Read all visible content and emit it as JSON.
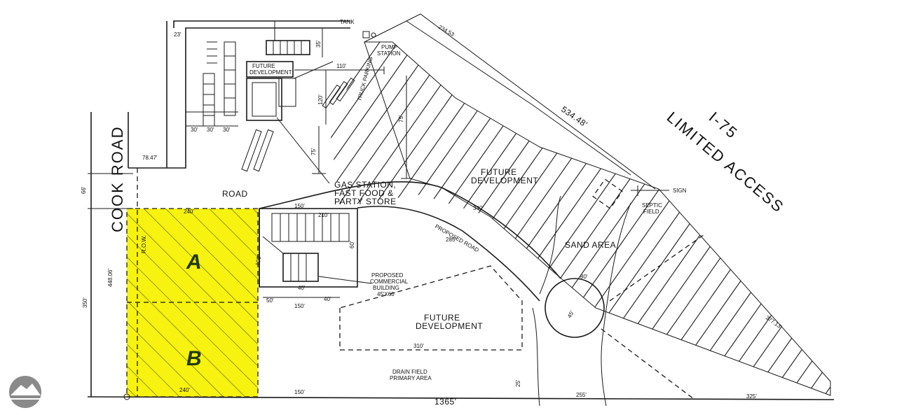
{
  "labels": {
    "cook_road": "COOK ROAD",
    "road": "ROAD",
    "gas_station": [
      "GAS STATION,",
      "FAST FOOD &",
      "PARTY STORE"
    ],
    "future_development": "FUTURE DEVELOPMENT",
    "future_development_center": [
      "FUTURE",
      "DEVELOPMENT"
    ],
    "future_development_north": [
      "FUTURE",
      "DEVELOPMENT"
    ],
    "future_development_box": [
      "FUTURE",
      "DEVELOPMENT"
    ],
    "i75": "I-75",
    "limited_access": "LIMITED ACCESS",
    "sand_area": "SAND AREA",
    "proposed_road": "PROPOSED ROAD",
    "commercial_building": [
      "PROPOSED",
      "COMMERCIAL",
      "BUILDING",
      "45'X60'"
    ],
    "drain_field": [
      "DRAIN FIELD",
      "PRIMARY AREA"
    ],
    "septic_field": [
      "SEPTIC",
      "FIELD"
    ],
    "sign": "SIGN",
    "pump_station": [
      "PUMP",
      "STATION"
    ],
    "tank": "TANK",
    "truck_parking": "TRUCK PARKING",
    "row": "R.O.W."
  },
  "parcels": [
    {
      "id": "A",
      "label": "A",
      "color": "#f7f20f"
    },
    {
      "id": "B",
      "label": "B",
      "color": "#f7f20f"
    }
  ],
  "dimensions": {
    "d_234_53": "234.53",
    "d_534_48": "534.48'",
    "d_448_06": "448.06'",
    "d_78_47": "78.47'",
    "d_1365": "1365'",
    "d_377_13": "377.13'",
    "d_350": "350'",
    "d_66": "66'",
    "d_240_top": "240'",
    "d_240_bottom": "240'",
    "d_150_left": "150'",
    "d_150_bottom": "150'",
    "d_150_mid": "150'",
    "d_210": "210'",
    "d_310": "310'",
    "d_340": "340'",
    "d_285": "285'",
    "d_255": "255'",
    "d_325": "325'",
    "d_110": "110'",
    "d_120": "120'",
    "d_75": "75'",
    "d_35": "35'",
    "d_30a": "30'",
    "d_30b": "30'",
    "d_30c": "30'",
    "d_23": "23'",
    "d_50": "50'",
    "d_40a": "40'",
    "d_40b": "40'",
    "d_60": "60'",
    "d_100": "100'",
    "d_25": "25'",
    "d_80": "80'",
    "d_45": "45'"
  },
  "colors": {
    "parcel_fill": "#f7f20f",
    "parcel_hatch": "#5c5a00",
    "line": "#1a1a1a",
    "logo": "#8a8a8a"
  },
  "icons": {
    "logo": "mountain-sun-logo"
  }
}
